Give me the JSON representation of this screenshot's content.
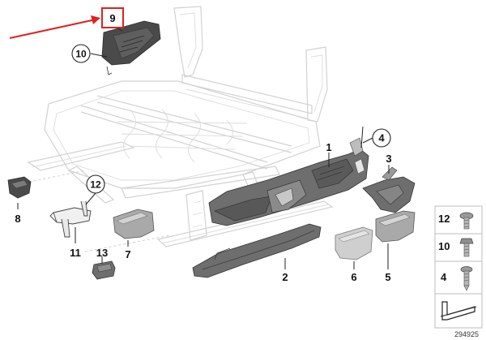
{
  "diagram": {
    "callouts": [
      {
        "id": "9",
        "label": "9",
        "highlighted": true
      },
      {
        "id": "10",
        "label": "10",
        "circled": true
      },
      {
        "id": "4",
        "label": "4",
        "circled": true
      },
      {
        "id": "1",
        "label": "1"
      },
      {
        "id": "3",
        "label": "3"
      },
      {
        "id": "12",
        "label": "12",
        "circled": true
      },
      {
        "id": "8",
        "label": "8"
      },
      {
        "id": "11",
        "label": "11"
      },
      {
        "id": "7",
        "label": "7"
      },
      {
        "id": "13",
        "label": "13"
      },
      {
        "id": "2",
        "label": "2"
      },
      {
        "id": "6",
        "label": "6"
      },
      {
        "id": "5",
        "label": "5"
      }
    ],
    "highlight_color": "#e02020",
    "legend": [
      {
        "label": "12"
      },
      {
        "label": "10"
      },
      {
        "label": "4"
      }
    ],
    "diagram_number": "294925"
  }
}
